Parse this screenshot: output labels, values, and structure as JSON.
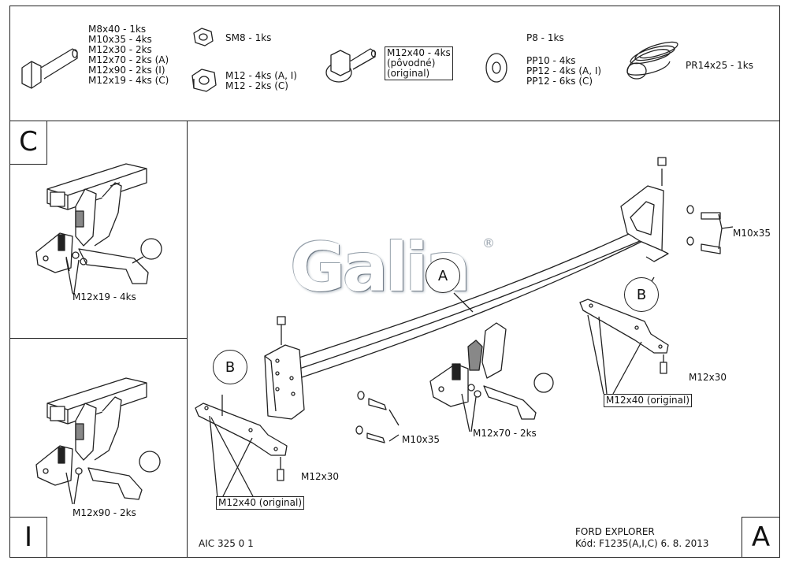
{
  "parts": {
    "bolts": "M8x40 - 1ks\nM10x35 - 4ks\nM12x30 - 2ks\nM12x70 - 2ks (A)\nM12x90 - 2ks (I)\nM12x19 - 4ks (C)",
    "nut_sm8": "SM8 - 1ks",
    "nut_m12": "M12 - 4ks (A, I)\nM12 - 2ks (C)",
    "flange_bolt": "M12x40 - 4ks\n(pôvodné)\n(original)",
    "washers": "P8 - 1ks",
    "washers2": "PP10 - 4ks\nPP12 - 4ks (A, I)\nPP12 - 6ks (C)",
    "spring": "PR14x25 - 1ks"
  },
  "panels": {
    "c_letter": "C",
    "c_label": "M12x19 - 4ks",
    "i_letter": "I",
    "i_label": "M12x90 - 2ks",
    "a_letter": "A"
  },
  "main": {
    "callout_a": "A",
    "callout_b_left": "B",
    "callout_b_right": "B",
    "m10x35_right": "M10x35",
    "m10x35_left": "M10x35",
    "m12x30_right": "M12x30",
    "m12x30_left": "M12x30",
    "m12x70": "M12x70 - 2ks",
    "m12x40_right": "M12x40 (original)",
    "m12x40_left": "M12x40 (original)",
    "watermark": "Galia",
    "trademark": "®"
  },
  "footer": {
    "code": "AIC 325 0 1",
    "vehicle": "FORD EXPLORER",
    "kod": "Kód: F1235(A,I,C)  6. 8. 2013"
  }
}
